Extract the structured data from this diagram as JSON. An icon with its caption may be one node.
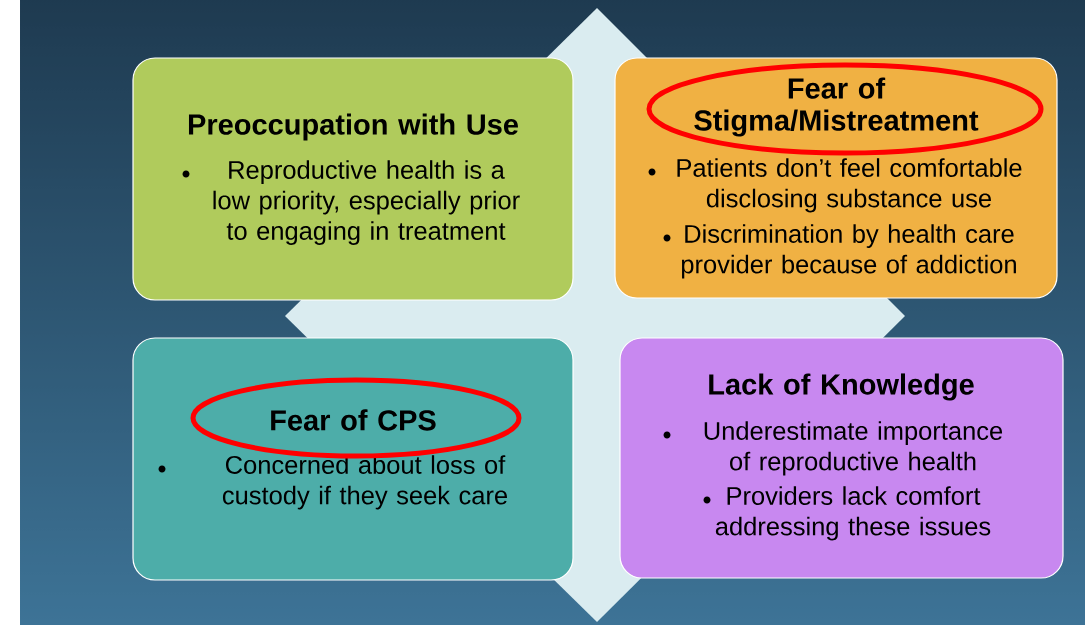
{
  "diagram": {
    "nodes": [
      {
        "text": [
          "Preoccupation with Use",
          "Reproductive health is a low priority, especially prior to engaging in treatment"
        ]
      },
      {
        "text": [
          "Fear of Stigma/Mistreatment",
          "Patients don’t feel comfortable disclosing substance use",
          "Discrimination by health care provider because of addiction"
        ]
      },
      {
        "text": [
          "Fear of CPS",
          "Concerned about loss of custody if they seek care"
        ]
      },
      {
        "text": [
          "Lack of Knowledge",
          "Underestimate importance of reproductive health",
          "Providers lack comfort addressing these issues"
        ]
      }
    ]
  }
}
